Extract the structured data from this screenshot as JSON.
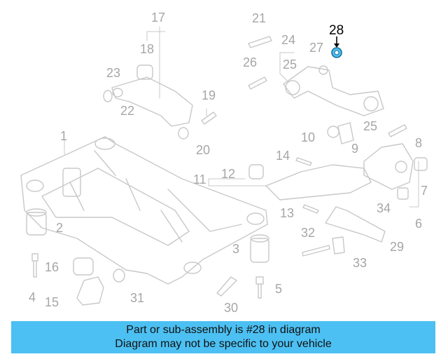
{
  "diagram": {
    "highlight_color": "#4cc0f2",
    "line_color": "#c8c8c8",
    "label_color": "#a6a6a6",
    "highlight_label": "28",
    "part_numbers": [
      "1",
      "2",
      "3",
      "4",
      "5",
      "6",
      "7",
      "8",
      "9",
      "10",
      "11",
      "12",
      "13",
      "14",
      "15",
      "16",
      "17",
      "18",
      "19",
      "20",
      "21",
      "22",
      "23",
      "24",
      "25",
      "25",
      "26",
      "27",
      "29",
      "30",
      "31",
      "32",
      "33",
      "34"
    ]
  },
  "banner": {
    "line1": "Part or sub-assembly is #28 in diagram",
    "line2": "Diagram may not be specific to your vehicle"
  }
}
